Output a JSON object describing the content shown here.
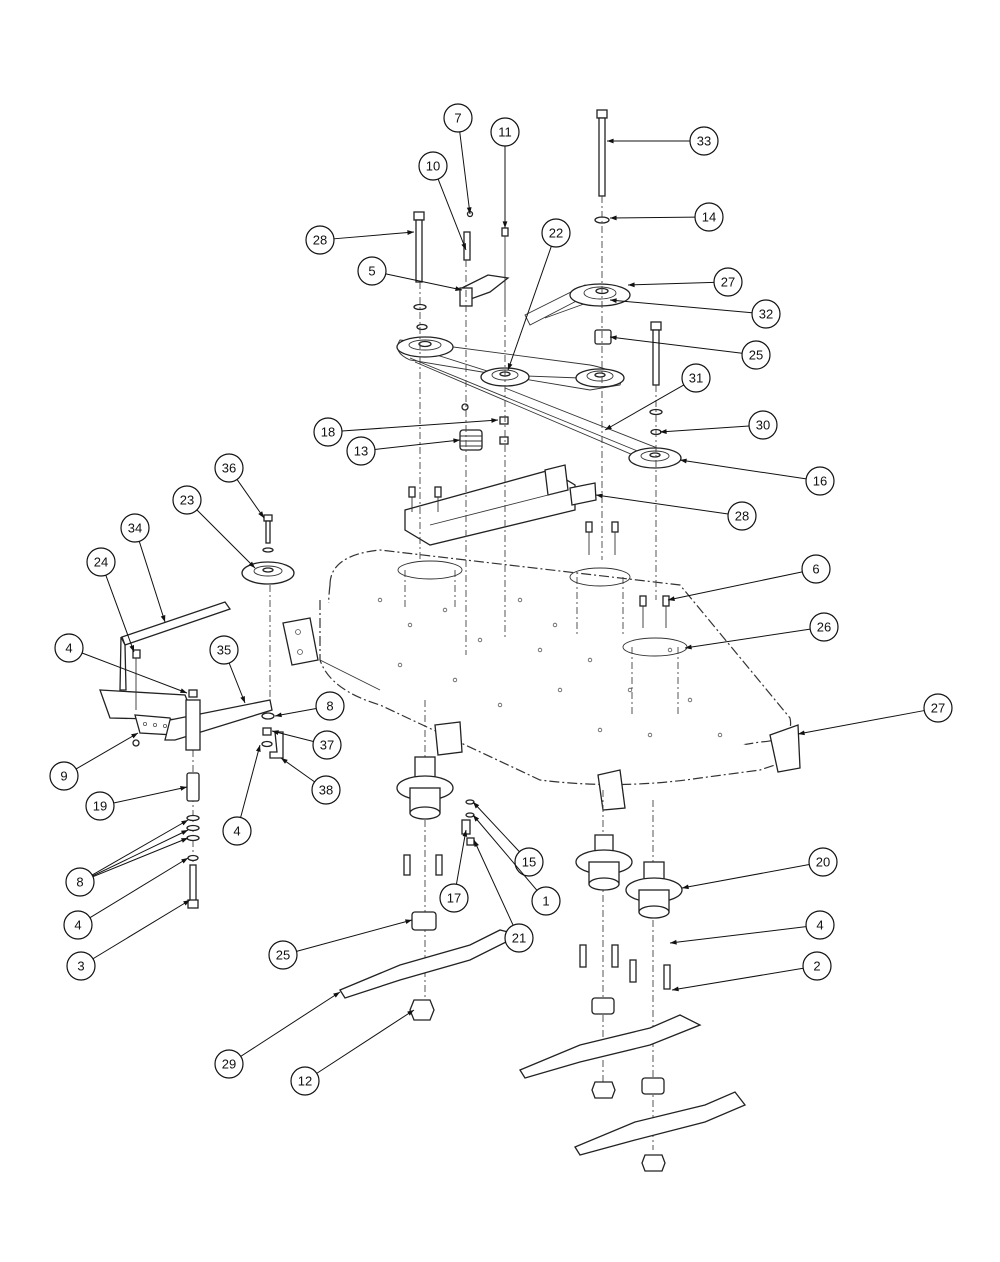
{
  "callouts": [
    {
      "id": "c7",
      "label": "7"
    },
    {
      "id": "c11",
      "label": "11"
    },
    {
      "id": "c33",
      "label": "33"
    },
    {
      "id": "c10",
      "label": "10"
    },
    {
      "id": "c22",
      "label": "22"
    },
    {
      "id": "c14",
      "label": "14"
    },
    {
      "id": "c28a",
      "label": "28"
    },
    {
      "id": "c5",
      "label": "5"
    },
    {
      "id": "c27a",
      "label": "27"
    },
    {
      "id": "c32",
      "label": "32"
    },
    {
      "id": "c25a",
      "label": "25"
    },
    {
      "id": "c31",
      "label": "31"
    },
    {
      "id": "c18",
      "label": "18"
    },
    {
      "id": "c30",
      "label": "30"
    },
    {
      "id": "c13",
      "label": "13"
    },
    {
      "id": "c16",
      "label": "16"
    },
    {
      "id": "c36",
      "label": "36"
    },
    {
      "id": "c23",
      "label": "23"
    },
    {
      "id": "c28b",
      "label": "28"
    },
    {
      "id": "c34",
      "label": "34"
    },
    {
      "id": "c24",
      "label": "24"
    },
    {
      "id": "c6",
      "label": "6"
    },
    {
      "id": "c26",
      "label": "26"
    },
    {
      "id": "c4a",
      "label": "4"
    },
    {
      "id": "c35",
      "label": "35"
    },
    {
      "id": "c8a",
      "label": "8"
    },
    {
      "id": "c27b",
      "label": "27"
    },
    {
      "id": "c37",
      "label": "37"
    },
    {
      "id": "c9",
      "label": "9"
    },
    {
      "id": "c19",
      "label": "19"
    },
    {
      "id": "c38",
      "label": "38"
    },
    {
      "id": "c4b",
      "label": "4"
    },
    {
      "id": "c15",
      "label": "15"
    },
    {
      "id": "c20",
      "label": "20"
    },
    {
      "id": "c8b",
      "label": "8"
    },
    {
      "id": "c17",
      "label": "17"
    },
    {
      "id": "c1",
      "label": "1"
    },
    {
      "id": "c4c",
      "label": "4"
    },
    {
      "id": "c4d",
      "label": "4"
    },
    {
      "id": "c21",
      "label": "21"
    },
    {
      "id": "c25b",
      "label": "25"
    },
    {
      "id": "c2",
      "label": "2"
    },
    {
      "id": "c3",
      "label": "3"
    },
    {
      "id": "c29",
      "label": "29"
    },
    {
      "id": "c12",
      "label": "12"
    }
  ]
}
